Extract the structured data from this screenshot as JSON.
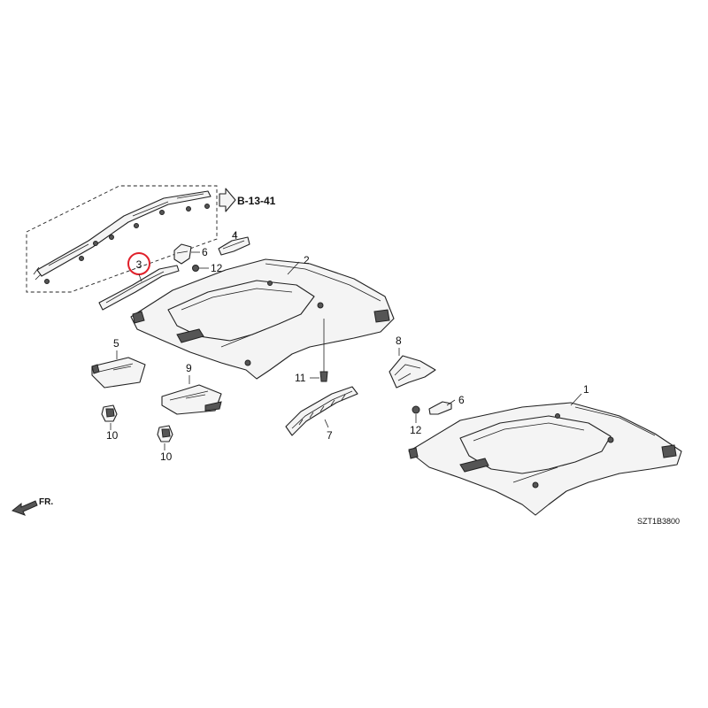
{
  "reference": {
    "label": "B-13-41"
  },
  "diagram_code": "SZT1B3800",
  "front_marker": {
    "label": "FR."
  },
  "callouts": {
    "c1": "1",
    "c2": "2",
    "c3": "3",
    "c4": "4",
    "c5": "5",
    "c6a": "6",
    "c6b": "6",
    "c7": "7",
    "c8": "8",
    "c9": "9",
    "c10a": "10",
    "c10b": "10",
    "c11": "11",
    "c12a": "12",
    "c12b": "12"
  },
  "highlight": {
    "callout": "3",
    "color": "#e0202a"
  },
  "colors": {
    "line": "#222222",
    "panel": "#f4f4f4"
  }
}
